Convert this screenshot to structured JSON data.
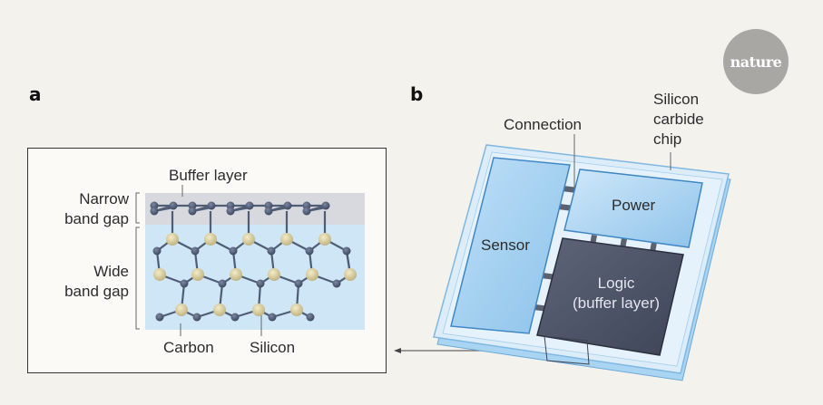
{
  "logo": {
    "text": "nature"
  },
  "panel_a": {
    "label": "a",
    "buffer_layer": "Buffer layer",
    "narrow_band_gap": [
      "Narrow",
      "band gap"
    ],
    "wide_band_gap": [
      "Wide",
      "band gap"
    ],
    "carbon": "Carbon",
    "silicon": "Silicon"
  },
  "panel_b": {
    "label": "b",
    "connection": "Connection",
    "chip_label": [
      "Silicon",
      "carbide",
      "chip"
    ],
    "power": "Power",
    "sensor": "Sensor",
    "logic": [
      "Logic",
      "(buffer layer)"
    ]
  },
  "colors": {
    "background": "#f4f2ed",
    "buffer_region": "#d7d8de",
    "wide_region": "#cfe6f7",
    "carbon_atom": "#4f5d75",
    "silicon_atom": "#d8cfa2",
    "chip_border": "#8dc4ea",
    "sensor": "#9fcdf0",
    "logic": "#4a5062",
    "logo": "#a8a7a4"
  }
}
